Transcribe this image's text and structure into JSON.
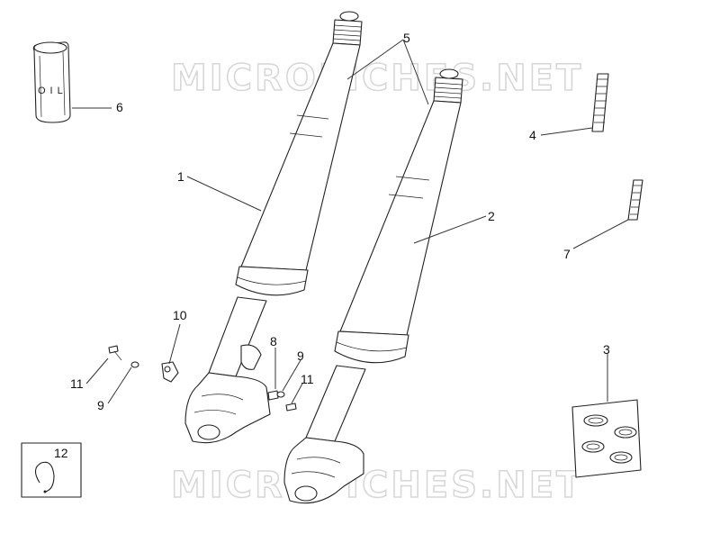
{
  "watermark_text": "MICROFICHES.NET",
  "oil_label": "OIL",
  "callouts": [
    {
      "id": "label-1",
      "text": "1"
    },
    {
      "id": "label-2",
      "text": "2"
    },
    {
      "id": "label-3",
      "text": "3"
    },
    {
      "id": "label-4",
      "text": "4"
    },
    {
      "id": "label-5",
      "text": "5"
    },
    {
      "id": "label-6",
      "text": "6"
    },
    {
      "id": "label-7",
      "text": "7"
    },
    {
      "id": "label-8",
      "text": "8"
    },
    {
      "id": "label-9a",
      "text": "9"
    },
    {
      "id": "label-9b",
      "text": "9"
    },
    {
      "id": "label-10",
      "text": "10"
    },
    {
      "id": "label-11a",
      "text": "11"
    },
    {
      "id": "label-11b",
      "text": "11"
    },
    {
      "id": "label-12",
      "text": "12"
    }
  ]
}
